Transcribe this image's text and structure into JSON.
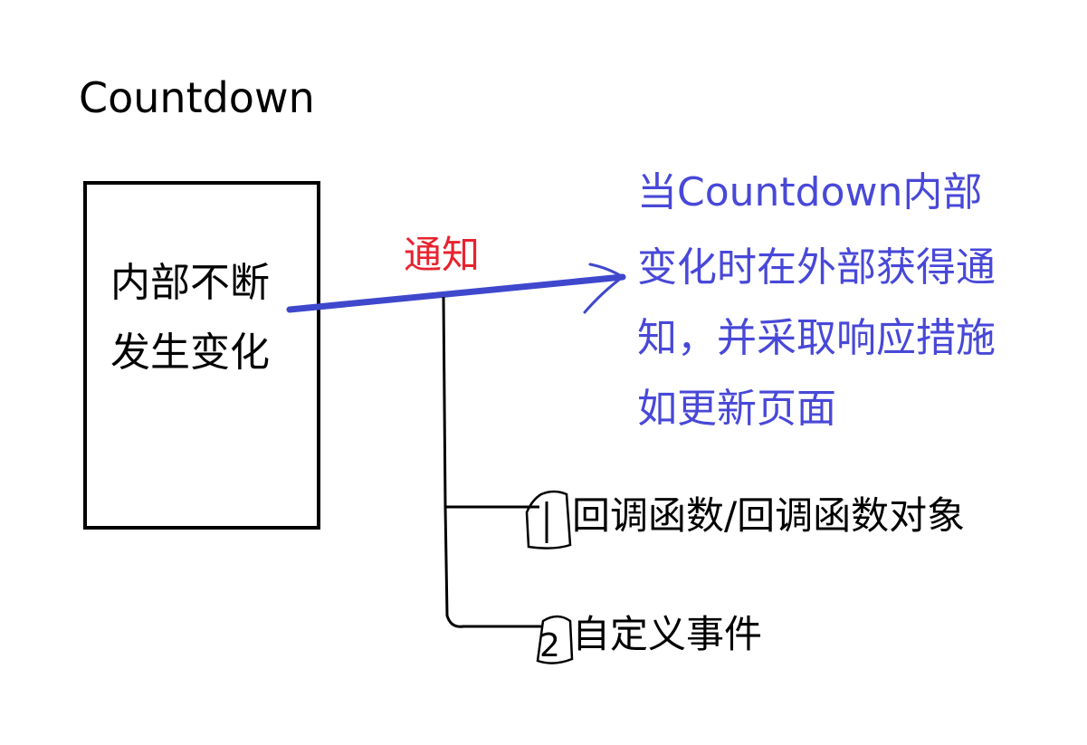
{
  "title": "Countdown",
  "box": {
    "lines": [
      "内部不断",
      "发生变化"
    ]
  },
  "arrow_label": "通知",
  "description": [
    "当Countdown内部",
    "变化时在外部获得通",
    "知，并采取响应措施",
    "如更新页面"
  ],
  "options": [
    {
      "marker": "1",
      "label": "回调函数/回调函数对象"
    },
    {
      "marker": "2",
      "label": "自定义事件"
    }
  ],
  "colors": {
    "arrow": "#3f48cc",
    "label": "#e8232f",
    "description": "#4848d8",
    "stroke": "#000000"
  }
}
